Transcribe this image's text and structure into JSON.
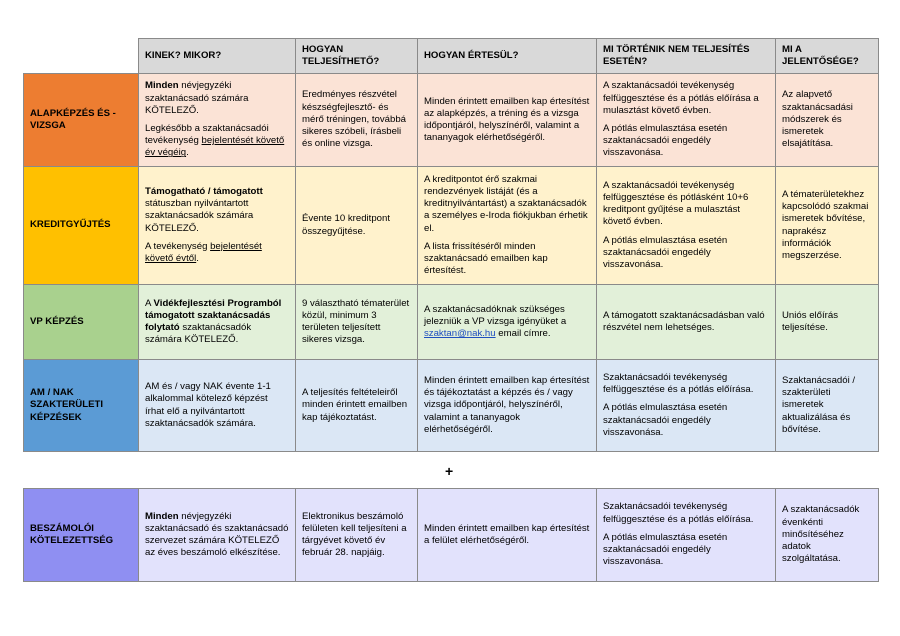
{
  "headers": {
    "kinek": "KINEK? MIKOR?",
    "hogyan_teljesitheto": "HOGYAN TELJESÍTHETŐ?",
    "hogyan_ertesul": "HOGYAN ÉRTESÜL?",
    "mi_tortenik": "MI TÖRTÉNIK NEM TELJESÍTÉS ESETÉN?",
    "mi_a_jelentosege": "MI A JELENTŐSÉGE?"
  },
  "colors": {
    "alapkepzes": "#ed7d31",
    "alapkepzes_light": "#fbe3d6",
    "kredit": "#ffc000",
    "kredit_light": "#fff2cc",
    "vp": "#a9d18e",
    "vp_light": "#e2f0d9",
    "am": "#5b9bd5",
    "am_light": "#dbe7f5",
    "beszamolo": "#8f8ff2",
    "beszamolo_light": "#e2e2fc"
  },
  "rows": {
    "alapkepzes": {
      "label": "ALAPKÉPZÉS ÉS - VIZSGA",
      "kinek_b1": "Minden",
      "kinek_t1": " névjegyzéki szaktanácsadó számára KÖTELEZŐ.",
      "kinek_t2": "Legkésőbb a szaktanácsadói tevékenység ",
      "kinek_u2": "bejelentését követő év végéig",
      "kinek_t3": ".",
      "hogyan": "Eredményes részvétel készségfejlesztő- és mérő tréningen, továbbá sikeres szóbeli, írásbeli és online vizsga.",
      "ertesul": "Minden érintett emailben kap értesítést az alapképzés, a tréning és a vizsga időpontjáról, helyszínéről, valamint a tananyagok elérhetőségéről.",
      "mi_p1": "A szaktanácsadói tevékenység felfüggesztése és a pótlás előírása a mulasztást követő évben.",
      "mi_p2": "A pótlás elmulasztása esetén szaktanácsadói engedély visszavonása.",
      "jelentoseg": "Az alapvető szaktanácsadási módszerek és ismeretek elsajátítása."
    },
    "kredit": {
      "label": "KREDITGYŰJTÉS",
      "kinek_b1": "Támogatható / támogatott",
      "kinek_t1": " státuszban nyilvántartott szaktanácsadók számára KÖTELEZŐ.",
      "kinek_t2": "A tevékenység ",
      "kinek_u2": "bejelentését követő évtől",
      "kinek_t3": ".",
      "hogyan": "Évente 10 kreditpont összegyűjtése.",
      "ertesul_p1": "A kreditpontot érő szakmai rendezvények listáját (és a kreditnyilvántartást) a szaktanácsadók a személyes e-Iroda fiókjukban érhetik el.",
      "ertesul_p2": "A lista frissítéséről minden szaktanácsadó emailben kap értesítést.",
      "mi_p1": "A szaktanácsadói tevékenység felfüggesztése és pótlásként 10+6 kreditpont gyűjtése a mulasztást követő évben.",
      "mi_p2": "A pótlás elmulasztása esetén szaktanácsadói engedély visszavonása.",
      "jelentoseg": "A tématerületekhez kapcsolódó szakmai ismeretek bővítése, naprakész információk megszerzése."
    },
    "vp": {
      "label": "VP KÉPZÉS",
      "kinek_t0": "A ",
      "kinek_b1": "Vidékfejlesztési Programból támogatott szaktanácsadás folytató",
      "kinek_t1": " szaktanácsadók számára KÖTELEZŐ.",
      "hogyan": "9 választható tématerület közül, minimum 3 területen teljesített sikeres vizsga.",
      "ertesul_t1": "A szaktanácsadóknak szükséges jelezniük a VP vizsga igényüket a ",
      "ertesul_link": "szaktan@nak.hu",
      "ertesul_t2": " email címre.",
      "mi": "A támogatott szaktanácsadásban való részvétel nem lehetséges.",
      "jelentoseg": "Uniós előírás teljesítése."
    },
    "am": {
      "label": "AM / NAK SZAKTERÜLETI KÉPZÉSEK",
      "kinek": "AM és / vagy NAK évente 1-1 alkalommal kötelező képzést írhat elő a nyilvántartott szaktanácsadók számára.",
      "hogyan": "A teljesítés feltételeiről minden érintett emailben kap tájékoztatást.",
      "ertesul": "Minden érintett emailben kap értesítést és tájékoztatást a képzés és / vagy vizsga időpontjáról, helyszínéről, valamint a tananyagok elérhetőségéről.",
      "mi_p1": "Szaktanácsadói tevékenység felfüggesztése és a pótlás előírása.",
      "mi_p2": "A pótlás elmulasztása esetén szaktanácsadói engedély visszavonása.",
      "jelentoseg": "Szaktanácsadói / szakterületi ismeretek aktualizálása és bővítése."
    },
    "beszamolo": {
      "label": "BESZÁMOLÓI KÖTELEZETTSÉG",
      "kinek_b1": "Minden",
      "kinek_t1": " névjegyzéki szaktanácsadó és szaktanácsadó szervezet számára KÖTELEZŐ az éves beszámoló elkészítése.",
      "hogyan": "Elektronikus beszámoló felületen kell teljesíteni a tárgyévet követő év február 28. napjáig.",
      "ertesul": "Minden érintett emailben kap értesítést a felület elérhetőségéről.",
      "mi_p1": "Szaktanácsadói tevékenység felfüggesztése és a pótlás előírása.",
      "mi_p2": "A pótlás elmulasztása esetén szaktanácsadói engedély visszavonása.",
      "jelentoseg": " A szaktanácsadók évenkénti minősítéséhez adatok szolgáltatása."
    }
  },
  "plus": "+"
}
